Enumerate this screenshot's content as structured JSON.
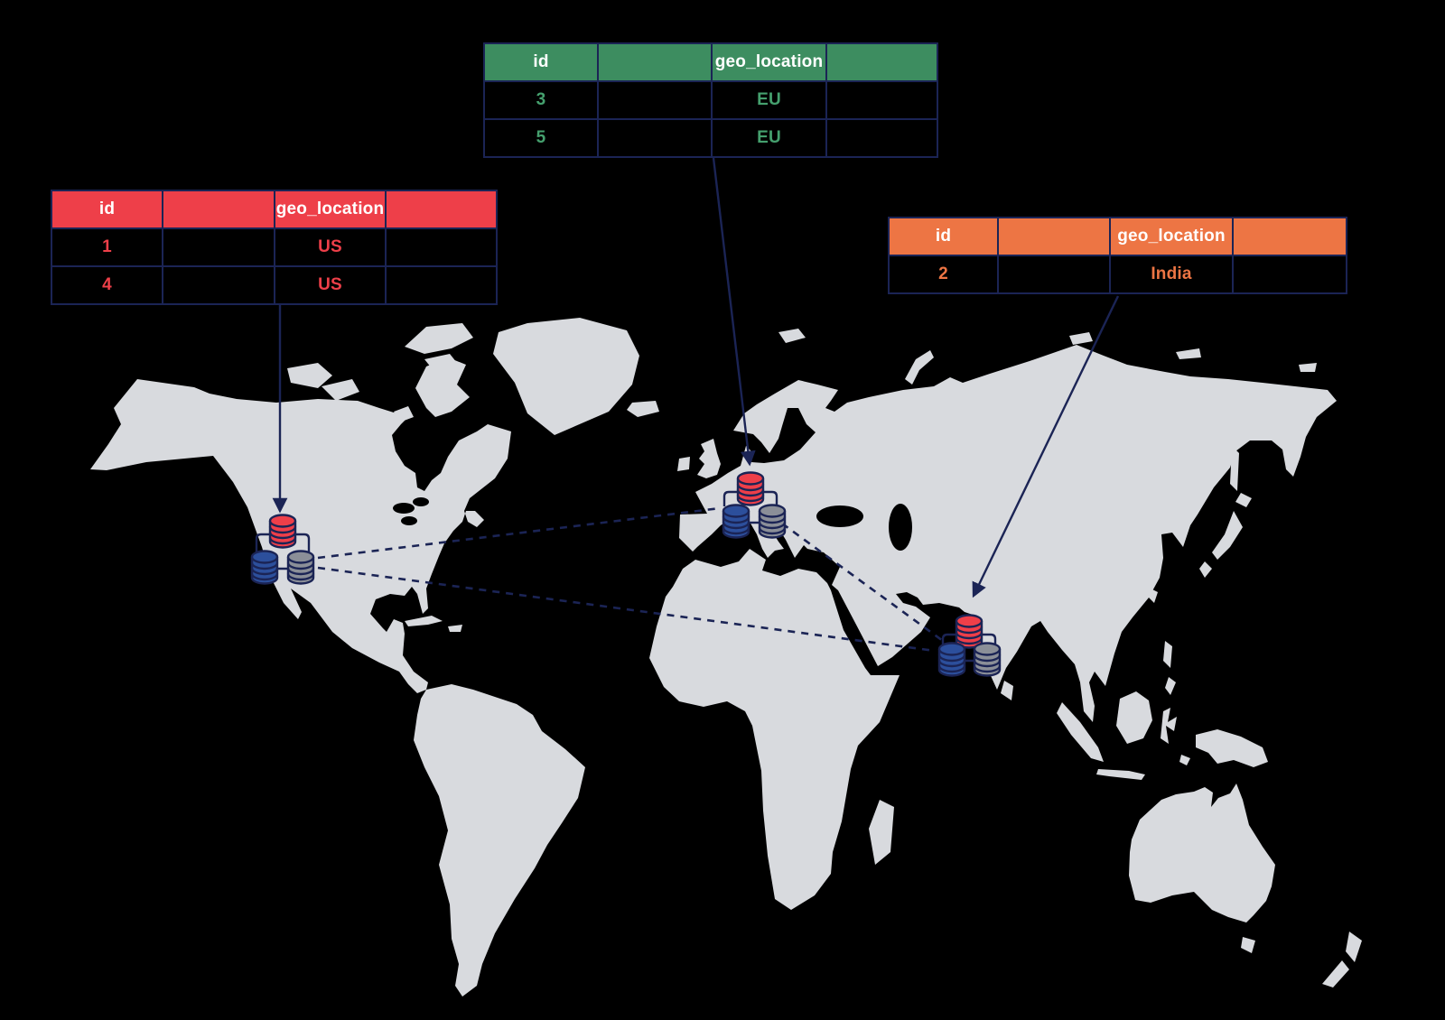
{
  "colors": {
    "background": "#000000",
    "map_land": "#d8dade",
    "line_navy": "#1b2455",
    "us_accent": "#ee3f49",
    "eu_accent": "#3d8d60",
    "india_accent": "#ed7544",
    "db_red": "#ee3f49",
    "db_blue": "#2c4f9c",
    "db_gray": "#8b8f98"
  },
  "tables": {
    "us": {
      "accent": "#ee3f49",
      "columns": [
        "id",
        "",
        "geo_location",
        ""
      ],
      "rows": [
        [
          "1",
          "",
          "US",
          ""
        ],
        [
          "4",
          "",
          "US",
          ""
        ]
      ]
    },
    "eu": {
      "accent": "#3d8d60",
      "columns": [
        "id",
        "",
        "geo_location",
        ""
      ],
      "rows": [
        [
          "3",
          "",
          "EU",
          ""
        ],
        [
          "5",
          "",
          "EU",
          ""
        ]
      ]
    },
    "india": {
      "accent": "#ed7544",
      "columns": [
        "id",
        "",
        "geo_location",
        ""
      ],
      "rows": [
        [
          "2",
          "",
          "India",
          ""
        ]
      ]
    }
  },
  "icons": {
    "database": "database-cylinder-icon"
  }
}
